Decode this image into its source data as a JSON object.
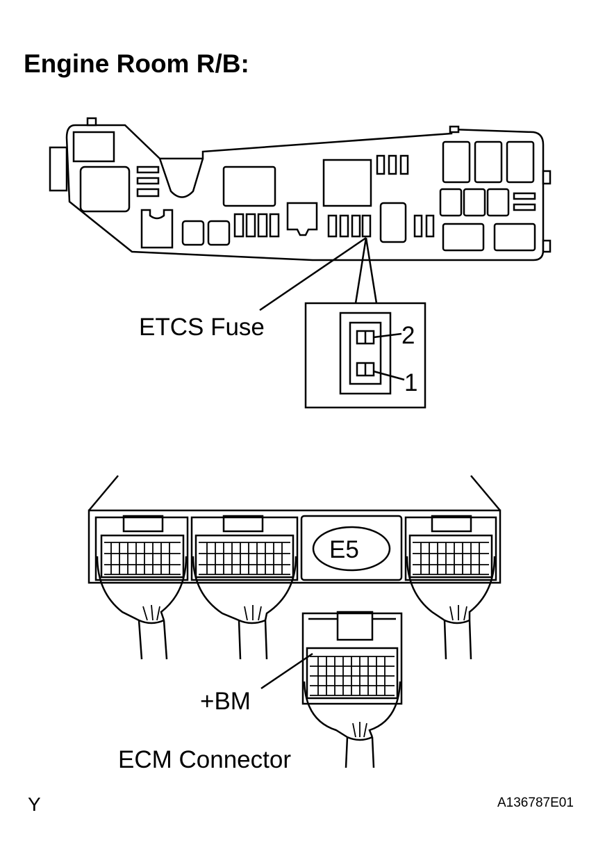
{
  "title": "Engine Room R/B:",
  "labels": {
    "fuse": "ETCS Fuse",
    "terminal_2": "2",
    "terminal_1": "1",
    "connector_code": "E5",
    "terminal_bm": "+BM",
    "connector": "ECM Connector",
    "corner_mark": "Y",
    "figure_id": "A136787E01"
  }
}
